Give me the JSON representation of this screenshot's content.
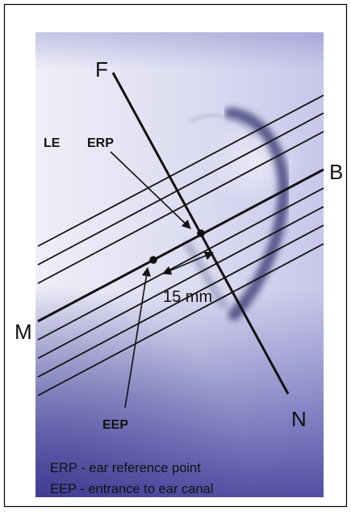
{
  "labels": {
    "F": "F",
    "B": "B",
    "M": "M",
    "N": "N",
    "LE": "LE",
    "ERP": "ERP",
    "EEP": "EEP",
    "distance": "15 mm"
  },
  "legend": [
    "ERP - ear reference point",
    "EEP - entrance to ear canal"
  ],
  "colors": {
    "panel_light": "#e9e8f6",
    "panel_dark": "#3f3c9c",
    "ink": "#111111",
    "ear_shadow": "#2e2e66"
  }
}
